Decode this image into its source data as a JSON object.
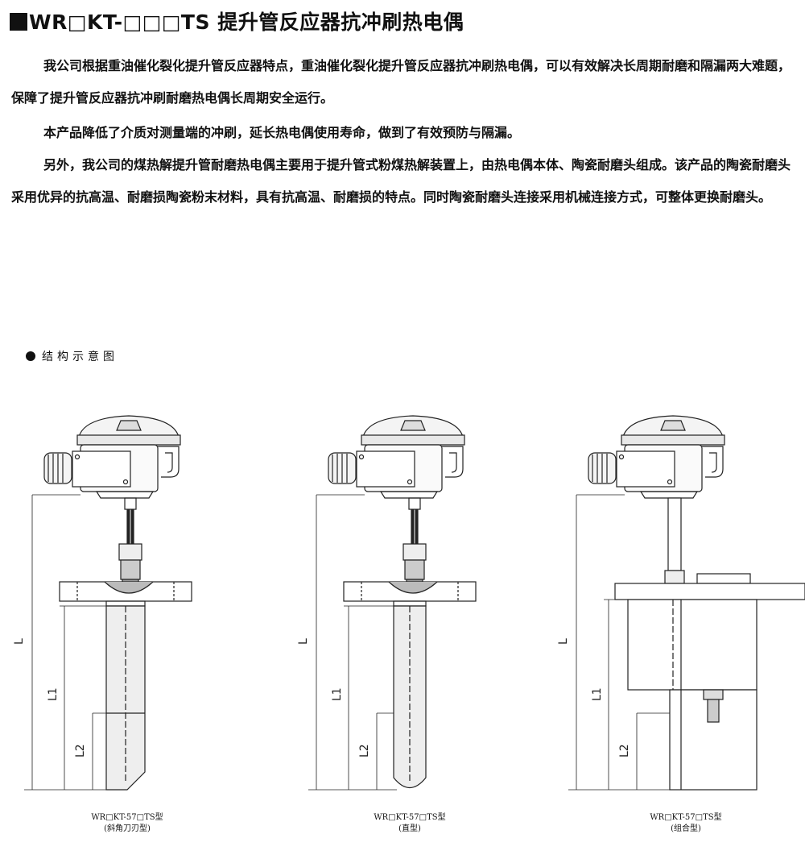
{
  "title": "WR□KT-□□□TS 提升管反应器抗冲刷热电偶",
  "paragraphs": [
    "我公司根据重油催化裂化提升管反应器特点，重油催化裂化提升管反应器抗冲刷热电偶，可以有效解决长周期耐磨和隔漏两大难题，保障了提升管反应器抗冲刷耐磨热电偶长周期安全运行。",
    "本产品降低了介质对测量端的冲刷，延长热电偶使用寿命，做到了有效预防与隔漏。",
    "另外，我公司的煤热解提升管耐磨热电偶主要用于提升管式粉煤热解装置上，由热电偶本体、陶瓷耐磨头组成。该产品的陶瓷耐磨头采用优异的抗高温、耐磨损陶瓷粉末材料，具有抗高温、耐磨损的特点。同时陶瓷耐磨头连接采用机械连接方式，可整体更换耐磨头。"
  ],
  "section_label": "结构示意图",
  "dim_labels": {
    "L": "L",
    "L1": "L1",
    "L2": "L2"
  },
  "captions": [
    {
      "model": "WR□KT-57□TS型",
      "type": "(斜角刀刃型)"
    },
    {
      "model": "WR□KT-57□TS型",
      "type": "(直型)"
    },
    {
      "model": "WR□KT-57□TS型",
      "type": "(组合型)"
    }
  ]
}
